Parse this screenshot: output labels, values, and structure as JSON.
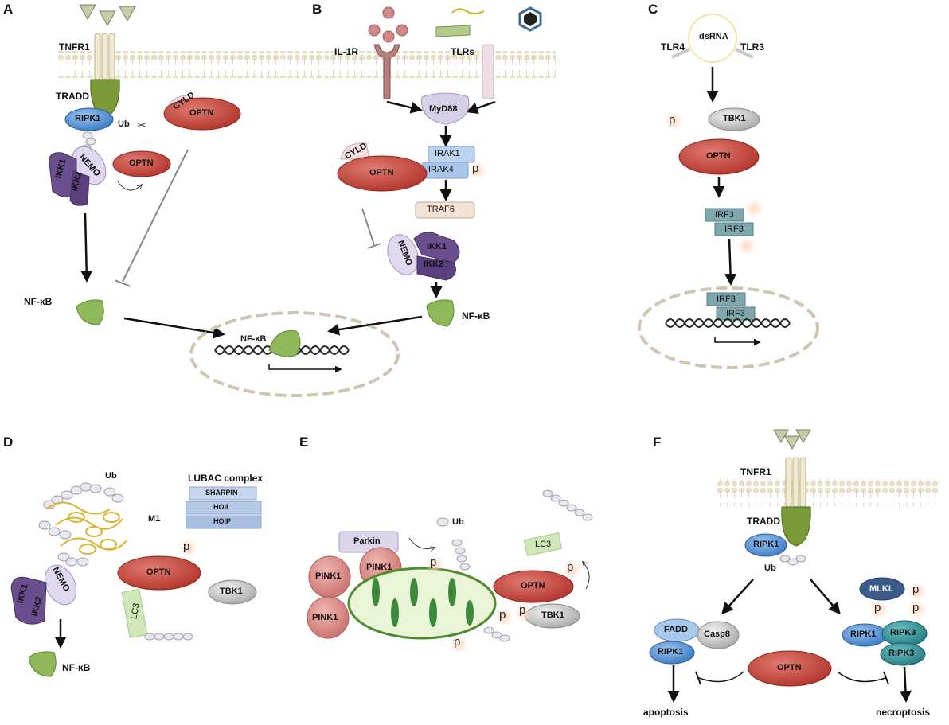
{
  "panels": {
    "A": {
      "letter": "A",
      "tnfr1": "TNFR1",
      "tradd": "TRADD",
      "ripk1": "RIPK1",
      "ub": "Ub",
      "cyld": "CYLD",
      "optn_top": "OPTN",
      "optn_mid": "OPTN",
      "nemo": "NEMO",
      "ikk1": "IKK1",
      "ikk2": "IKK2",
      "nfkb": "NF-κB",
      "nfkb_nucleus": "NF-κB"
    },
    "B": {
      "letter": "B",
      "il1r": "IL-1R",
      "tlrs": "TLRs",
      "myd88": "MyD88",
      "cyld": "CYLD",
      "optn": "OPTN",
      "irak1": "IRAK1",
      "irak4": "IRAK4",
      "p": "p",
      "traf6": "TRAF6",
      "nemo": "NEMO",
      "ikk1": "IKK1",
      "ikk2": "IKK2",
      "nfkb": "NF-κB"
    },
    "C": {
      "letter": "C",
      "tlr4": "TLR4",
      "dsrna": "dsRNA",
      "tlr3": "TLR3",
      "p": "p",
      "tbk1": "TBK1",
      "optn": "OPTN",
      "irf3a": "IRF3",
      "irf3b": "IRF3",
      "irf3c": "IRF3",
      "irf3d": "IRF3"
    },
    "D": {
      "letter": "D",
      "lubac": "LUBAC complex",
      "sharpin": "SHARPIN",
      "hoil": "HOIL",
      "hoip": "HOIP",
      "ub": "Ub",
      "m1": "M1",
      "p": "p",
      "optn": "OPTN",
      "tbk1": "TBK1",
      "nemo": "NEMO",
      "ikk1": "IKK1",
      "ikk2": "IKK2",
      "lc3": "LC3",
      "nfkb": "NF-κB"
    },
    "E": {
      "letter": "E",
      "parkin": "Parkin",
      "ub": "Ub",
      "pink1a": "PINK1",
      "pink1b": "PINK1",
      "pink1c": "PINK1",
      "lc3": "LC3",
      "optn": "OPTN",
      "tbk1": "TBK1",
      "p": "p"
    },
    "F": {
      "letter": "F",
      "tnfr1": "TNFR1",
      "tradd": "TRADD",
      "ripk1": "RIPK1",
      "ub": "Ub",
      "mlkl": "MLKL",
      "p": "p",
      "fadd": "FADD",
      "casp8": "Casp8",
      "ripk1b": "RIPK1",
      "ripk1c": "RIPK1",
      "ripk3a": "RIPK3",
      "ripk3b": "RIPK3",
      "optn": "OPTN",
      "apoptosis": "apoptosis",
      "necroptosis": "necroptosis"
    }
  },
  "colors": {
    "optn_red": "#c8443a",
    "ripk1_blue": "#4f8fd6",
    "tradd_green": "#7a9a3a",
    "ikk_purple": "#6a4e8e",
    "nemo_lavender": "#d6cfe6",
    "membrane": "#e8dcc0",
    "irak_blue": "#9fc2e6",
    "irf3_teal": "#7fa8ae",
    "tbk1_grey": "#bfbfbf",
    "lc3_green": "#cfe8b8",
    "pink1_pink": "#d98f8c",
    "mito_green": "#2e7d32",
    "ripk3_teal": "#2f8f94",
    "mlkl_navy": "#3a5a8a"
  }
}
